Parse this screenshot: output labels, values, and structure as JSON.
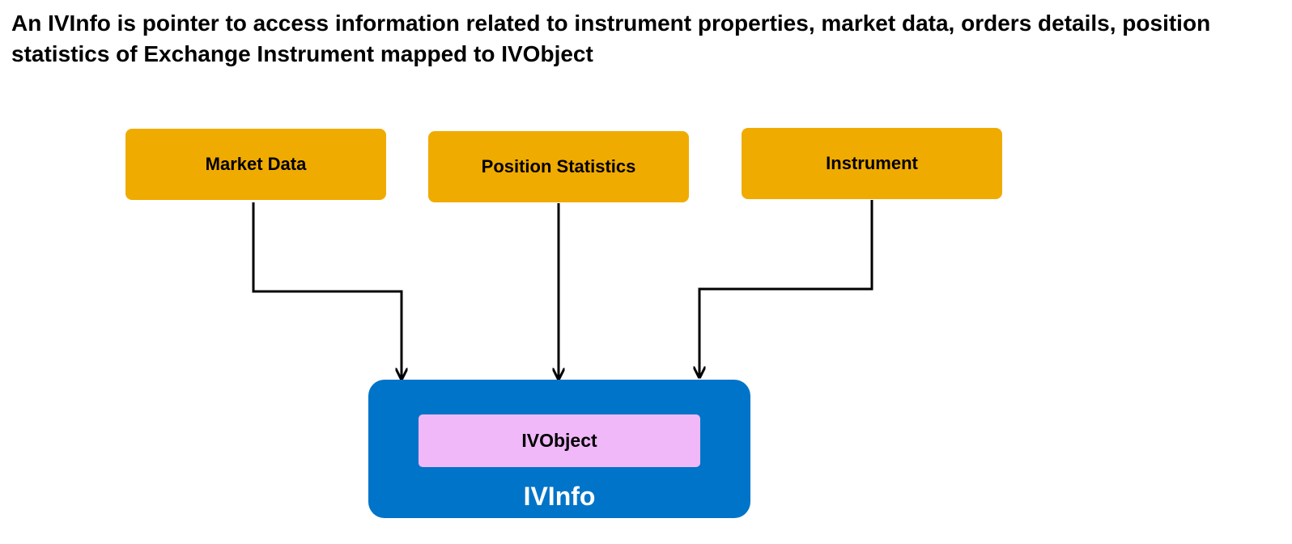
{
  "heading": "An IVInfo is pointer to access information related to instrument properties, market data, orders details, position statistics of Exchange Instrument mapped to IVObject",
  "sources": {
    "market_data": "Market Data",
    "position_statistics": "Position Statistics",
    "instrument": "Instrument"
  },
  "target": {
    "container_label": "IVInfo",
    "inner_label": "IVObject"
  },
  "colors": {
    "source_fill": "#F0AB00",
    "container_fill": "#0074C8",
    "inner_fill": "#F0B8F8",
    "connector": "#000000"
  }
}
